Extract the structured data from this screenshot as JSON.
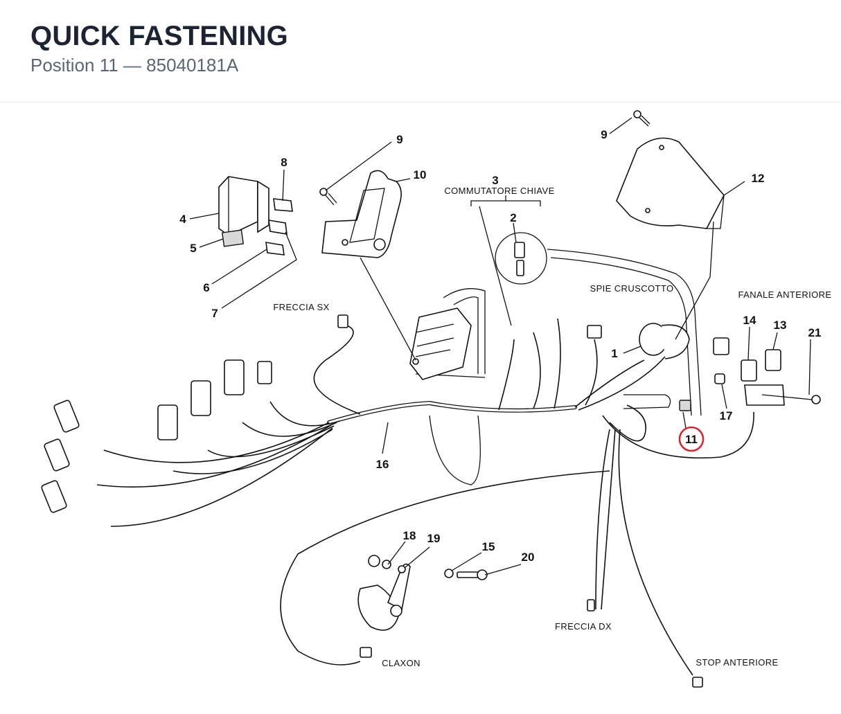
{
  "header": {
    "title": "QUICK FASTENING",
    "subtitle": "Position 11 — 85040181A"
  },
  "diagram": {
    "highlight_color": "#d7282f",
    "highlighted_callout": "11",
    "callouts": {
      "c1": "1",
      "c2": "2",
      "c3": "3",
      "c4": "4",
      "c5": "5",
      "c6": "6",
      "c7": "7",
      "c8": "8",
      "c9a": "9",
      "c9b": "9",
      "c10": "10",
      "c11": "11",
      "c12": "12",
      "c13": "13",
      "c14": "14",
      "c15": "15",
      "c16": "16",
      "c17": "17",
      "c18": "18",
      "c19": "19",
      "c20": "20",
      "c21": "21"
    },
    "labels": {
      "commutatore": "COMMUTATORE CHIAVE",
      "spie": "SPIE CRUSCOTTO",
      "fanale": "FANALE ANTERIORE",
      "freccia_sx": "FRECCIA SX",
      "freccia_dx": "FRECCIA DX",
      "claxon": "CLAXON",
      "stop": "STOP ANTERIORE"
    }
  }
}
